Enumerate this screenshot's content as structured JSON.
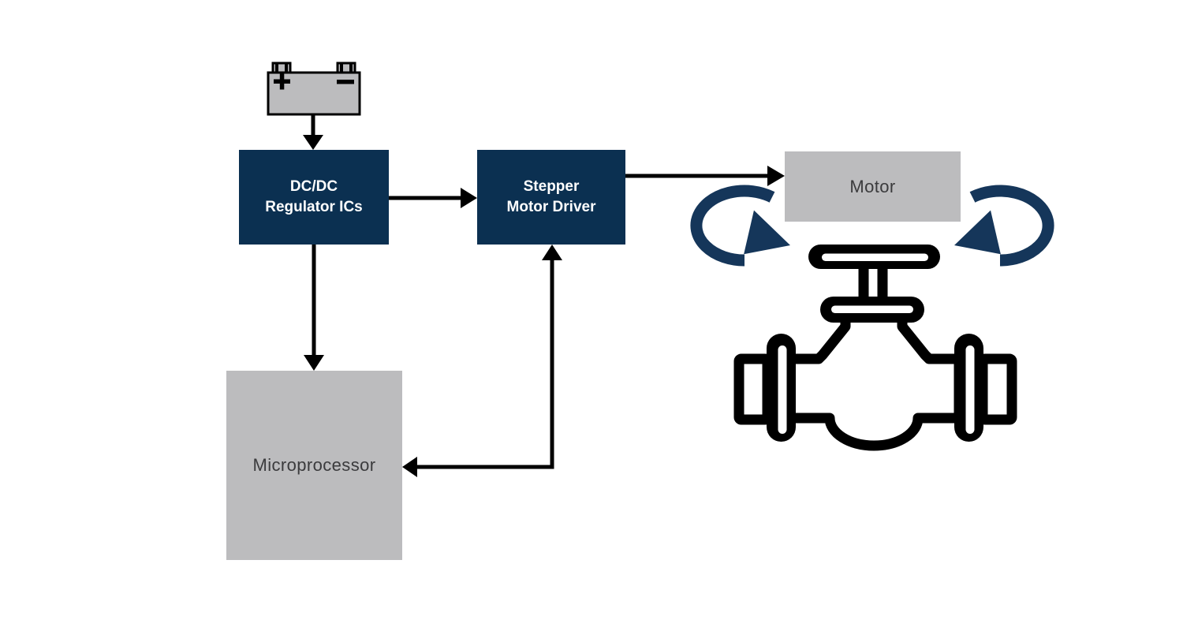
{
  "diagram": {
    "colors": {
      "box_navy": "#0b3051",
      "box_gray": "#bcbcbe",
      "rotation_arrow_navy": "#15365a",
      "connector_black": "#000000",
      "text_on_navy": "#ffffff",
      "text_on_gray": "#3b3b3d"
    },
    "nodes": {
      "battery": {
        "icon": "battery-icon",
        "plus_symbol": "+",
        "minus_symbol": "−"
      },
      "dcdc": {
        "line1": "DC/DC",
        "line2": "Regulator ICs"
      },
      "stepper": {
        "line1": "Stepper",
        "line2": "Motor Driver"
      },
      "motor": {
        "label": "Motor"
      },
      "micro": {
        "label": "Microprocessor"
      },
      "valve": {
        "icon": "valve-icon"
      }
    },
    "edges": [
      {
        "from": "battery",
        "to": "dcdc",
        "bidirectional": false
      },
      {
        "from": "dcdc",
        "to": "stepper",
        "bidirectional": false
      },
      {
        "from": "dcdc",
        "to": "micro",
        "bidirectional": false
      },
      {
        "from": "stepper",
        "to": "motor",
        "bidirectional": false
      },
      {
        "from": "micro",
        "to": "stepper",
        "bidirectional": true
      },
      {
        "from": "motor",
        "to": "valve",
        "bidirectional": false,
        "style": "rotation-arrows"
      }
    ]
  }
}
